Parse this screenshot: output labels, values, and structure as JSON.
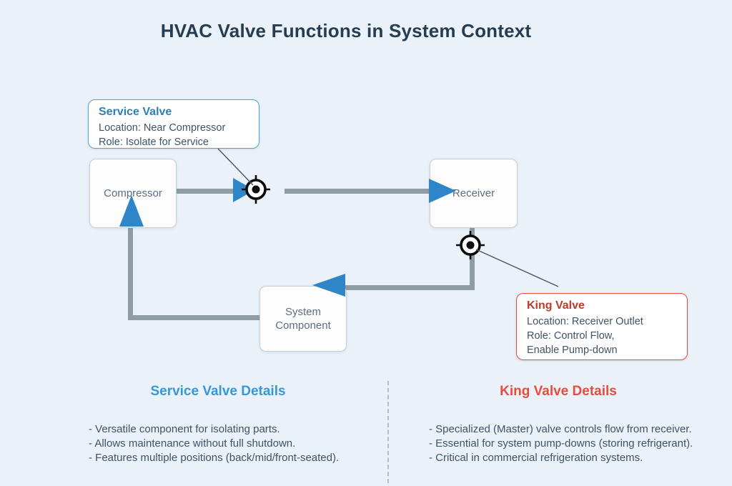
{
  "title": "HVAC Valve Functions in System Context",
  "colors": {
    "background": "#eaf1f8",
    "title_text": "#253c51",
    "arrow_blue": "#2e86c8",
    "service_accent": "#2980b9",
    "service_heading": "#3598db",
    "king_accent": "#c0392b",
    "king_border": "#e74c3c",
    "body_text": "#3f5366",
    "pipe_gray": "#8f9ca4"
  },
  "nodes": {
    "compressor": {
      "label": "Compressor"
    },
    "receiver": {
      "label": "Receiver"
    },
    "system_component": {
      "label": "System Component"
    }
  },
  "callouts": {
    "service_valve": {
      "title": "Service Valve",
      "lines": [
        "Location: Near Compressor",
        "Role: Isolate for Service"
      ]
    },
    "king_valve": {
      "title": "King Valve",
      "lines": [
        "Location: Receiver Outlet",
        "Role: Control Flow,",
        "Enable Pump-down"
      ]
    }
  },
  "valve_symbols": [
    {
      "name": "service-valve-symbol",
      "location": "between compressor and receiver"
    },
    {
      "name": "king-valve-symbol",
      "location": "below receiver outlet"
    }
  ],
  "details": {
    "service": {
      "heading": "Service Valve Details",
      "items": [
        "- Versatile component for isolating parts.",
        "- Allows maintenance without full shutdown.",
        "- Features multiple positions (back/mid/front-seated)."
      ]
    },
    "king": {
      "heading": "King Valve Details",
      "items": [
        "- Specialized (Master) valve controls flow from receiver.",
        "- Essential for system pump-downs (storing refrigerant).",
        "- Critical in commercial refrigeration systems."
      ]
    }
  }
}
